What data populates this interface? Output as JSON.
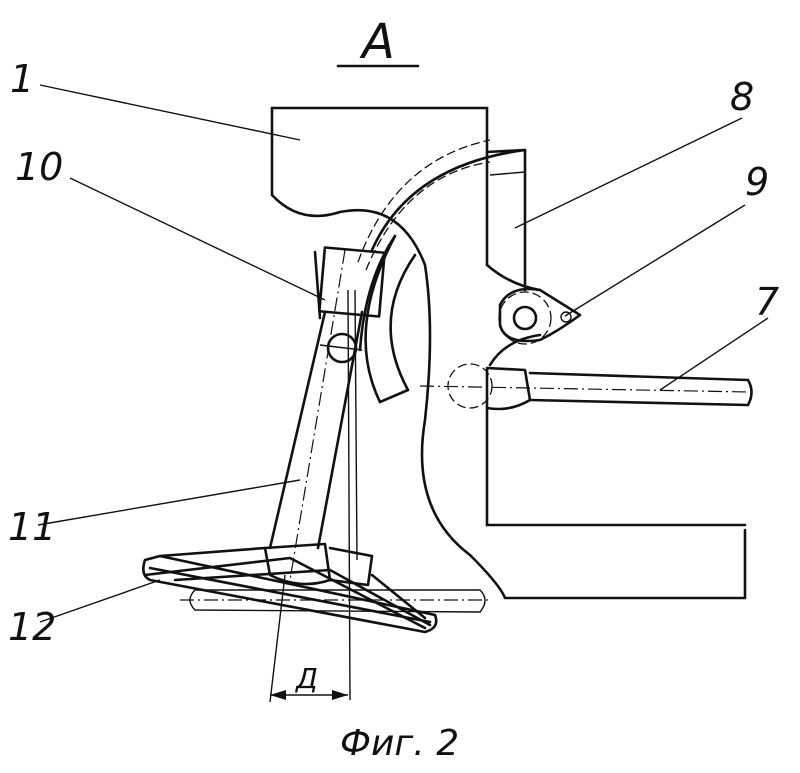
{
  "view_label": "А",
  "caption": "Фиг. 2",
  "dimension_label": "Д",
  "part_labels": {
    "p1": "1",
    "p7": "7",
    "p8": "8",
    "p9": "9",
    "p10": "10",
    "p11": "11",
    "p12": "12"
  }
}
